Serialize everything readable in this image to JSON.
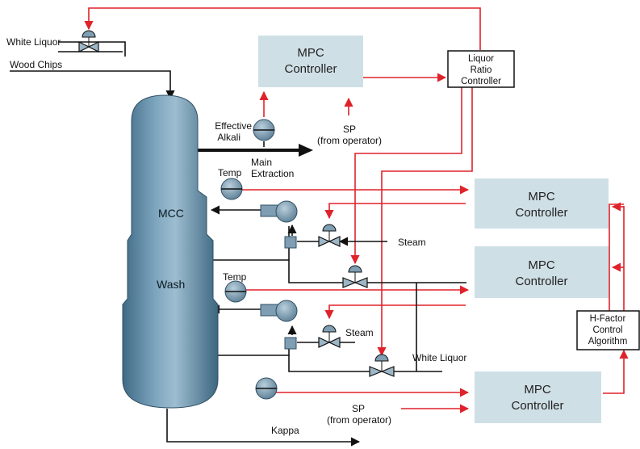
{
  "labels": {
    "white_liquor_top": "White Liquor",
    "wood_chips": "Wood Chips",
    "effective_alkali_1": "Effective",
    "effective_alkali_2": "Alkali",
    "main_extraction_1": "Main",
    "main_extraction_2": "Extraction",
    "sp_top_1": "SP",
    "sp_top_2": "(from operator)",
    "temp_upper": "Temp",
    "temp_lower": "Temp",
    "mcc": "MCC",
    "wash": "Wash",
    "steam_upper": "Steam",
    "steam_lower": "Steam",
    "white_liquor_bottom": "White Liquor",
    "sp_bottom_1": "SP",
    "sp_bottom_2": "(from operator)",
    "kappa": "Kappa"
  },
  "controllers": {
    "mpc_top": [
      "MPC",
      "Controller"
    ],
    "mpc_right_upper": [
      "MPC",
      "Controller"
    ],
    "mpc_right_middle": [
      "MPC",
      "Controller"
    ],
    "mpc_bottom": [
      "MPC",
      "Controller"
    ],
    "liquor_ratio": [
      "Liquor",
      "Ratio",
      "Controller"
    ],
    "h_factor": [
      "H-Factor",
      "Control",
      "Algorithm"
    ]
  },
  "colors": {
    "signal": "#e0222a",
    "process": "#111111",
    "mpc_fill": "#cfdfe6",
    "vessel_fill": "#5f8ca8",
    "instrument_fill": "#7f9eb3"
  }
}
